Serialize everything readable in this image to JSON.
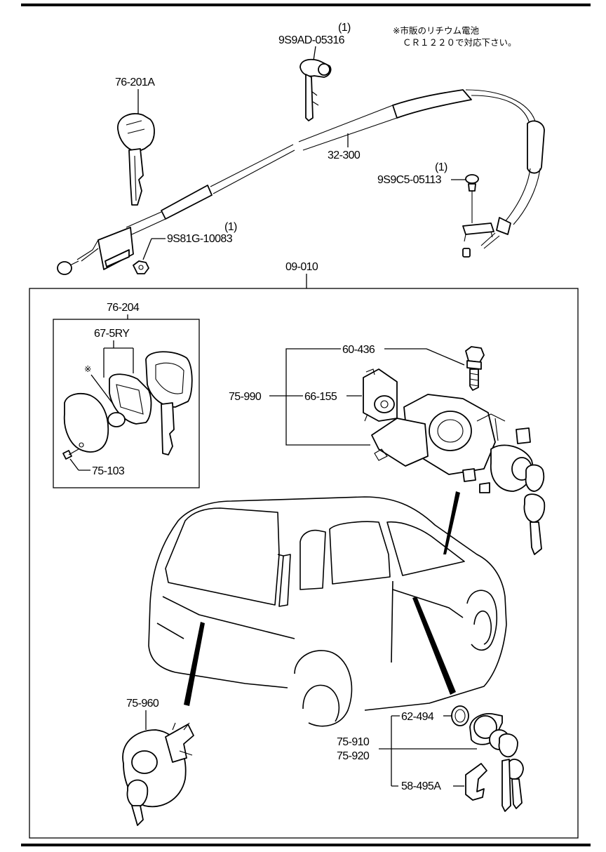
{
  "note": {
    "line1": "※市販のリチウム電池",
    "line2": "ＣＲ１２２０で対応下さい。"
  },
  "labels": {
    "p_9s9ad_qty": "(1)",
    "p_9s9ad": "9S9AD-05316",
    "p_76_201a": "76-201A",
    "p_32_300": "32-300",
    "p_9s9c5_qty": "(1)",
    "p_9s9c5": "9S9C5-05113",
    "p_9s81g_qty": "(1)",
    "p_9s81g": "9S81G-10083",
    "p_09_010": "09-010",
    "p_76_204": "76-204",
    "p_67_5ry": "67-5RY",
    "p_asterisk": "※",
    "p_75_103": "75-103",
    "p_60_436": "60-436",
    "p_75_990": "75-990",
    "p_66_155": "66-155",
    "p_75_960": "75-960",
    "p_62_494": "62-494",
    "p_75_910": "75-910",
    "p_75_920": "75-920",
    "p_58_495a": "58-495A"
  }
}
